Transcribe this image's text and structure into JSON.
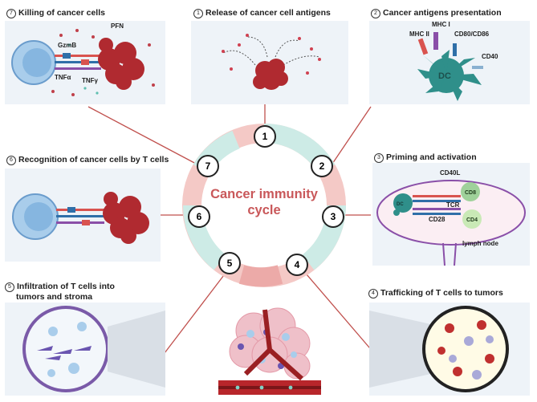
{
  "center": {
    "line1": "Cancer immunity",
    "line2": "cycle"
  },
  "ring_numbers": [
    "1",
    "2",
    "3",
    "4",
    "5",
    "6",
    "7"
  ],
  "steps": [
    {
      "num": "1",
      "title": "Release of cancer cell antigens"
    },
    {
      "num": "2",
      "title": "Cancer antigens presentation"
    },
    {
      "num": "3",
      "title": "Priming and activation"
    },
    {
      "num": "4",
      "title": "Trafficking of T cells to tumors"
    },
    {
      "num": "5",
      "title": "Infiltration of T cells into",
      "title2": "tumors and stroma"
    },
    {
      "num": "6",
      "title": "Recognition of cancer cells by T cells"
    },
    {
      "num": "7",
      "title": "Killing of cancer cells"
    }
  ],
  "labels": {
    "pfn": "PFN",
    "gzmb": "GzmB",
    "tnfa": "TNFα",
    "tnfy": "TNFγ",
    "mhc1": "MHC I",
    "mhc2": "MHC II",
    "cd80": "CD80/CD86",
    "cd40": "CD40",
    "dc": "DC",
    "cd40l": "CD40L",
    "cd8": "CD8",
    "tcr": "TCR",
    "cd28": "CD28",
    "cd4": "CD4",
    "dc2": "DC",
    "lymph": "lymph node"
  },
  "colors": {
    "ring_red": "#e8a7a5",
    "ring_teal": "#bfe3de",
    "title_red": "#c9585a",
    "panel": "#eef3f8",
    "line": "#c0504d"
  }
}
